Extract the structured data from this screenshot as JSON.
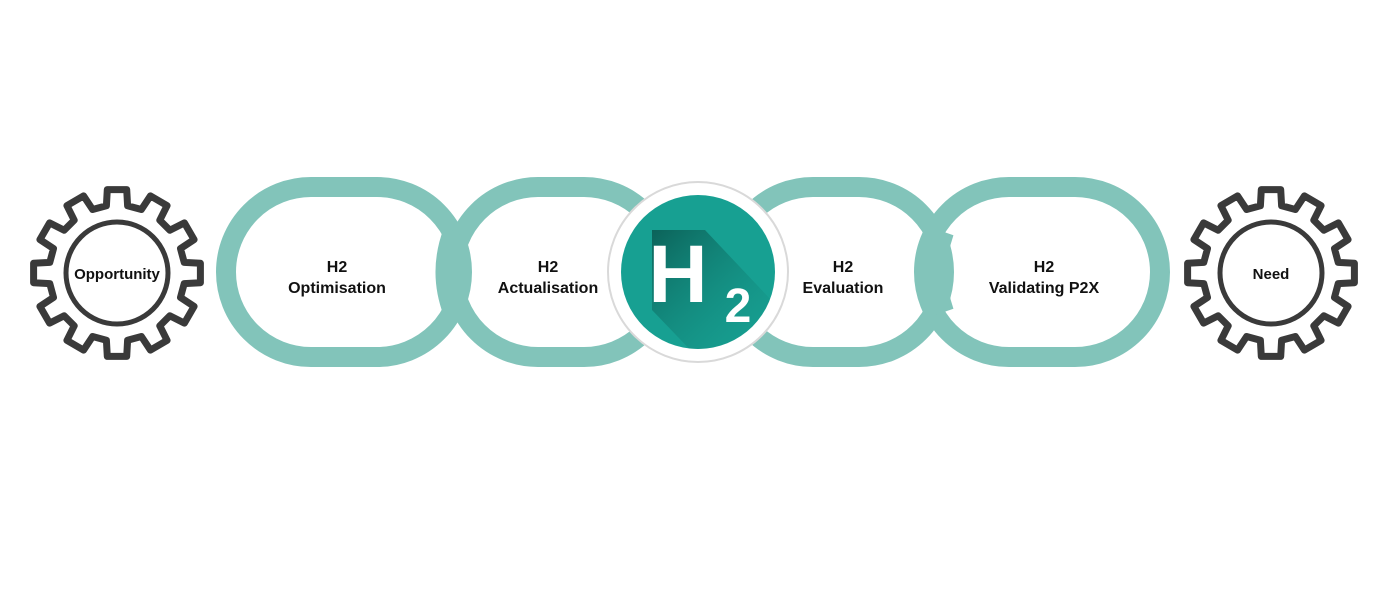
{
  "colors": {
    "link": "#82c4ba",
    "gear": "#3a3a3a",
    "badge_fill": "#17a092",
    "badge_shadow": "#0e6d63",
    "text": "#111111"
  },
  "gears": {
    "left": {
      "label": "Opportunity",
      "icon": "gear-icon"
    },
    "right": {
      "label": "Need",
      "icon": "gear-icon"
    }
  },
  "links": [
    {
      "line1": "H2",
      "line2": "Optimisation"
    },
    {
      "line1": "H2",
      "line2": "Actualisation"
    },
    {
      "line1": "H2",
      "line2": "Evaluation"
    },
    {
      "line1": "H2",
      "line2": "Validating P2X"
    }
  ],
  "badge": {
    "letter": "H",
    "subscript": "2"
  }
}
